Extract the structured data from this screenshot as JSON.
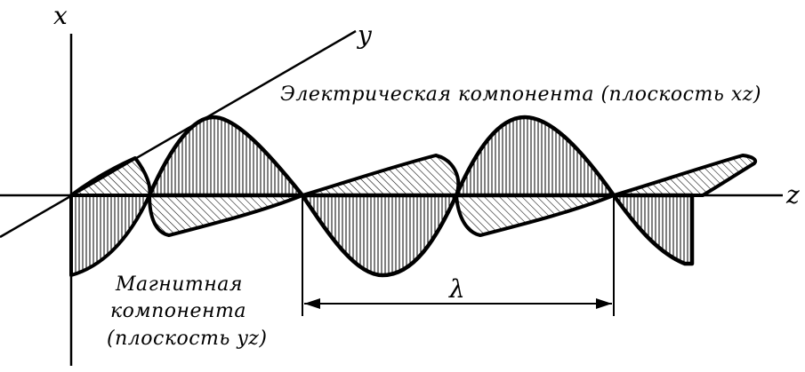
{
  "axes": {
    "x_label": "x",
    "y_label": "y",
    "z_label": "z"
  },
  "electric_caption": "Электрическая компонента (плоскость xz)",
  "magnetic_caption": {
    "line1": "Магнитная",
    "line2": "компонента",
    "line3": "(плоскость yz)"
  },
  "wavelength_label": "λ",
  "colors": {
    "ink": "#000000",
    "paper": "#ffffff"
  }
}
